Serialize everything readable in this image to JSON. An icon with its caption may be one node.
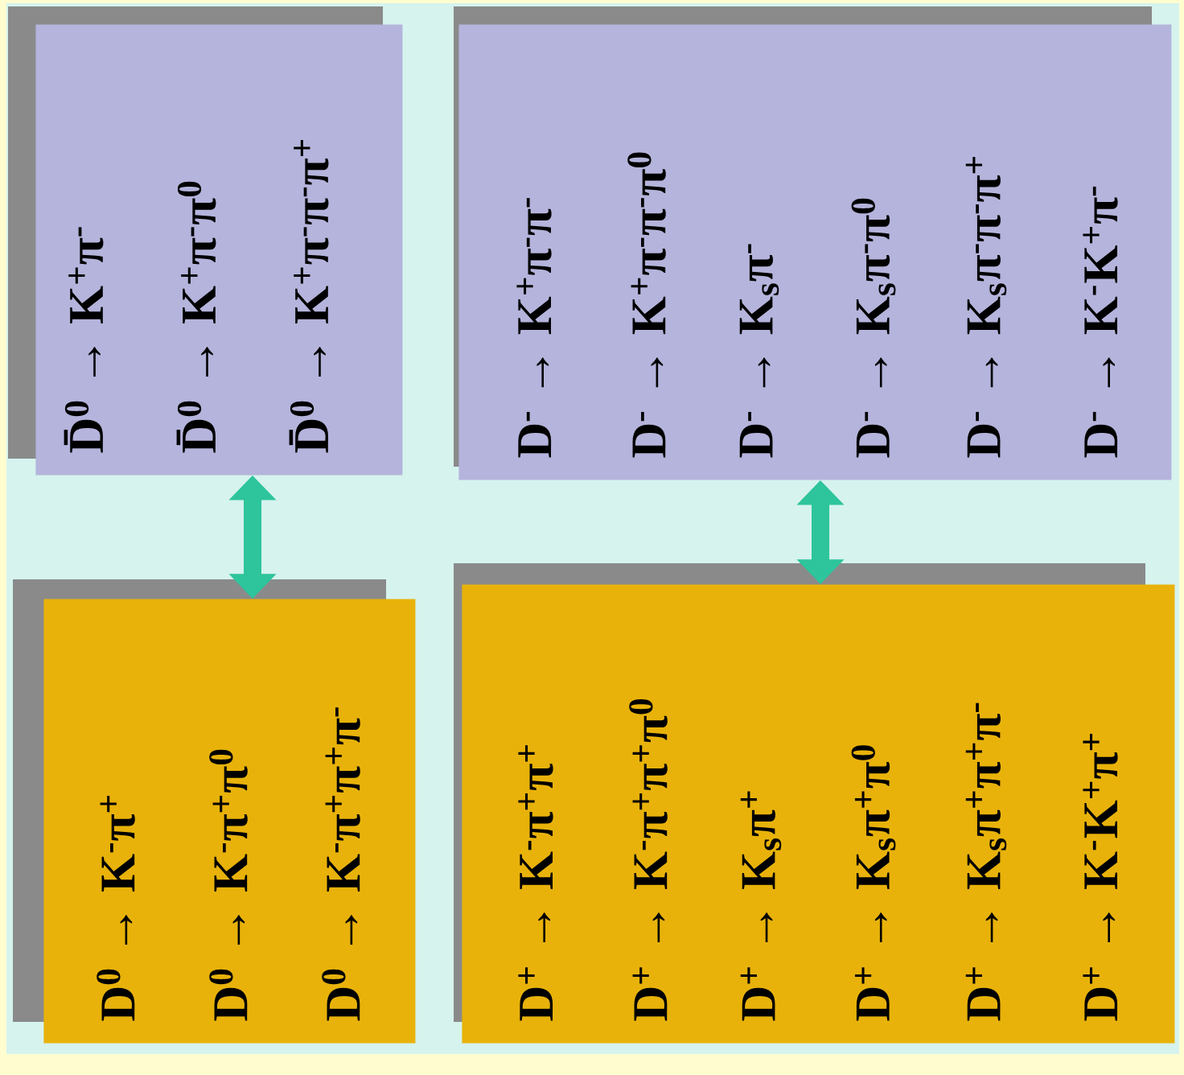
{
  "diagram": {
    "nodes": [
      {
        "text": [
          "D̄$^{0}$ → K$^{+}$π$^{-}$",
          "D̄$^{0}$ → K$^{+}$π$^{-}$π$^{0}$",
          "D̄$^{0}$ → K$^{+}$π$^{-}$π$^{-}$π$^{+}$"
        ]
      },
      {
        "text": [
          "D$^{-}$ → K$^{+}$π$^{-}$π$^{-}$",
          "D$^{-}$ → K$^{+}$π$^{-}$π$^{-}$π$^{0}$",
          "D$^{-}$ → K$_{s}$π$^{-}$",
          "D$^{-}$ → K$_{s}$π$^{-}$π$^{0}$",
          "D$^{-}$ → K$_{s}$π$^{-}$π$^{-}$π$^{+}$",
          "D$^{-}$ → K$^{-}$K$^{+}$π$^{-}$"
        ]
      },
      {
        "text": [
          "D$^{0}$ → K$^{-}$π$^{+}$",
          "D$^{0}$ → K$^{-}$π$^{+}$π$^{0}$",
          "D$^{0}$ → K$^{-}$π$^{+}$π$^{+}$π$^{-}$"
        ]
      },
      {
        "text": [
          "D$^{+}$ → K$^{-}$π$^{+}$π$^{+}$",
          "D$^{+}$ → K$^{-}$π$^{+}$π$^{+}$π$^{0}$",
          "D$^{+}$ → K$_{s}$π$^{+}$",
          "D$^{+}$ → K$_{s}$π$^{+}$π$^{0}$",
          "D$^{+}$ → K$_{s}$π$^{+}$π$^{+}$π$^{-}$",
          "D$^{+}$ → K$^{-}$K$^{+}$π$^{+}$"
        ]
      }
    ],
    "edges": [
      {
        "from": 0,
        "to": 2,
        "arrow": "both"
      },
      {
        "from": 1,
        "to": 3,
        "arrow": "both"
      }
    ]
  }
}
